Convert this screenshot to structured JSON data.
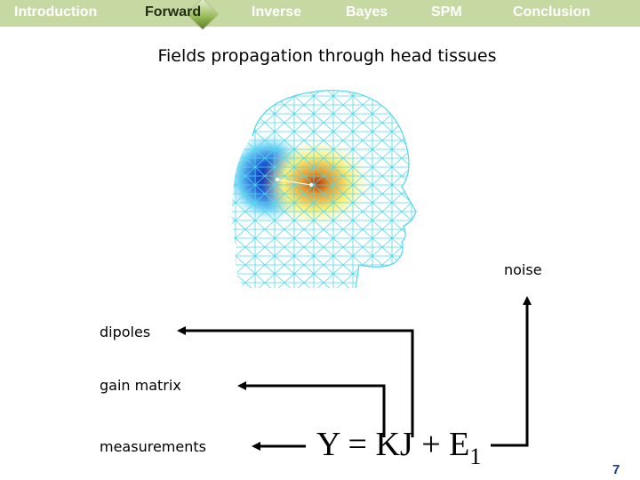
{
  "nav": {
    "items": [
      {
        "label": "Introduction",
        "active": false
      },
      {
        "label": "Forward",
        "active": true
      },
      {
        "label": "Inverse",
        "active": false
      },
      {
        "label": "Bayes",
        "active": false
      },
      {
        "label": "SPM",
        "active": false
      },
      {
        "label": "Conclusion",
        "active": false
      }
    ]
  },
  "slide": {
    "title": "Fields propagation through head tissues",
    "labels": {
      "dipoles": "dipoles",
      "gain_matrix": "gain matrix",
      "measurements": "measurements",
      "noise": "noise"
    },
    "equation": {
      "main": "Y = KJ + E",
      "subscript": "1"
    },
    "page_number": "7"
  },
  "colors": {
    "nav_bar": "#c7d9a2",
    "mesh": "#4fd8ec",
    "page_number": "#1a3a8f"
  }
}
